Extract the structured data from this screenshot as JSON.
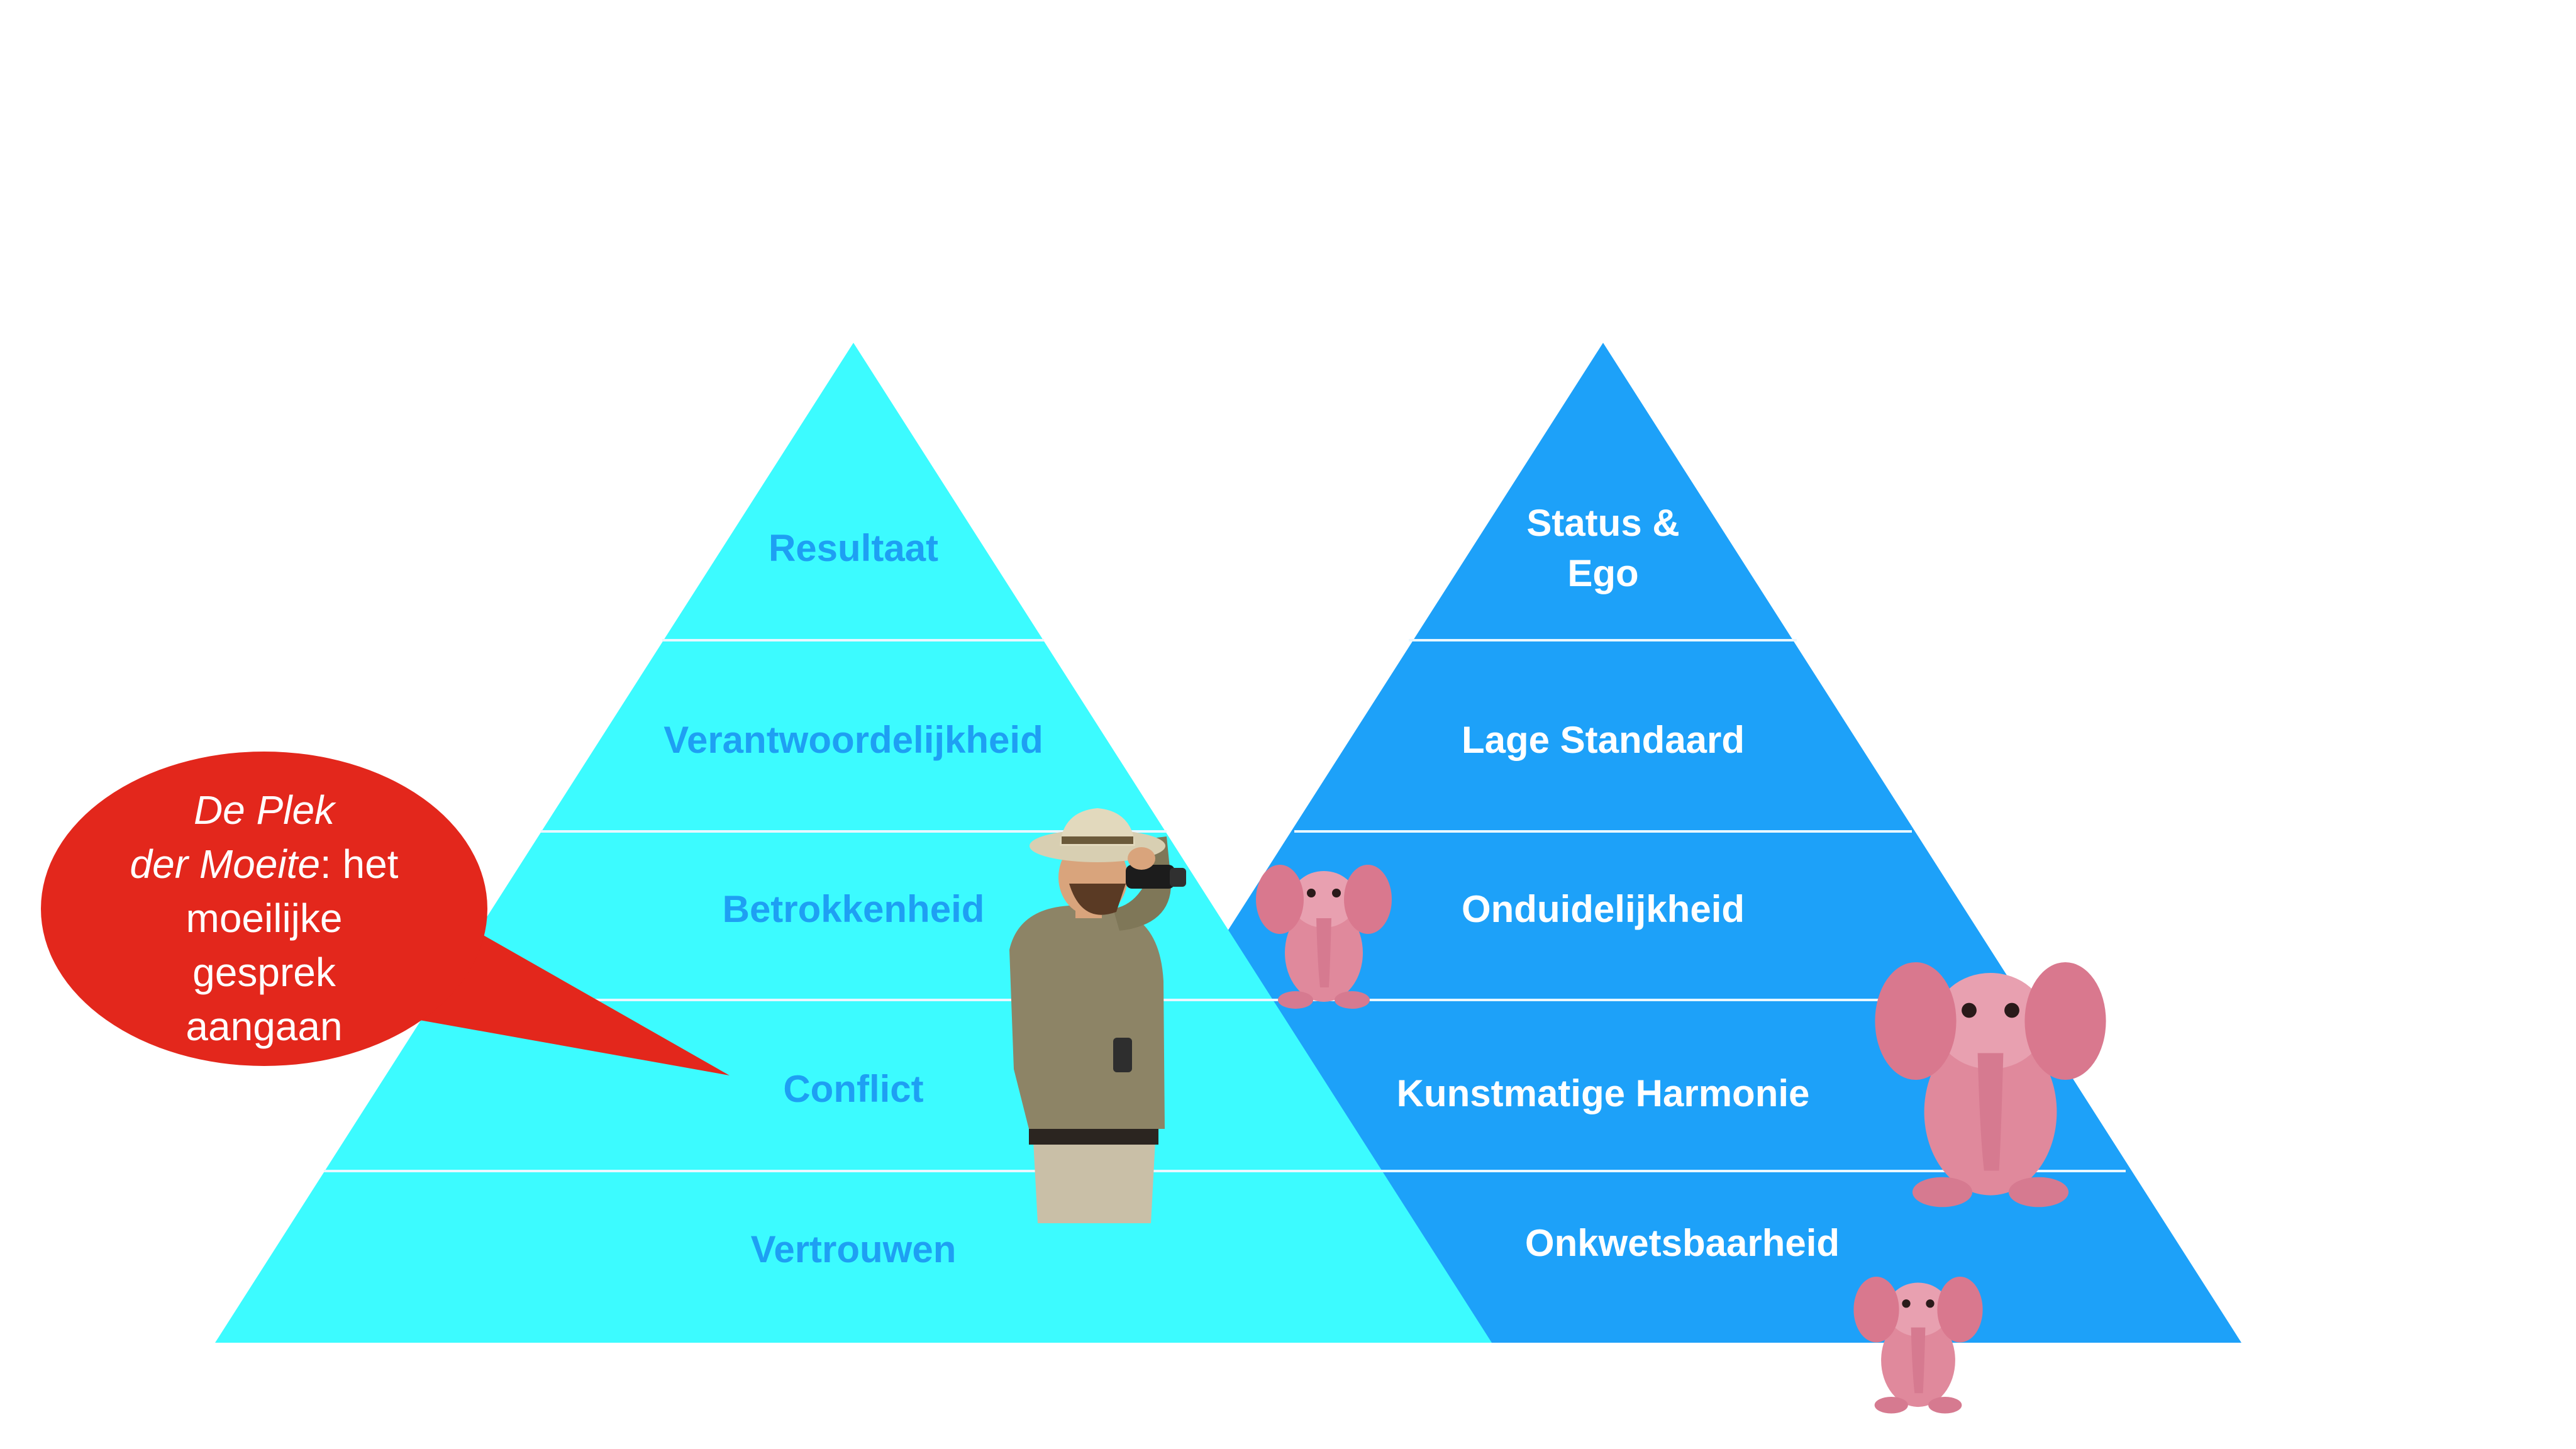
{
  "colors": {
    "background": "#ffffff",
    "left_pyramid": "#3cfbff",
    "left_text": "#1e9ff3",
    "right_pyramid": "#1da1f9",
    "right_text": "#ffffff",
    "band_divider": "#e8f7ff",
    "bubble": "#e3271c",
    "bubble_text": "#ffffff",
    "elephant": "#e0899c",
    "explorer_shirt": "#8d8466"
  },
  "left_pyramid": {
    "levels": [
      {
        "label": "Resultaat"
      },
      {
        "label": "Verantwoordelijkheid"
      },
      {
        "label": "Betrokkenheid"
      },
      {
        "label": "Conflict"
      },
      {
        "label": "Vertrouwen"
      }
    ]
  },
  "right_pyramid": {
    "levels": [
      {
        "line1": "Status &",
        "line2": "Ego"
      },
      {
        "label": "Lage Standaard"
      },
      {
        "label": "Onduidelijkheid"
      },
      {
        "label": "Kunstmatige Harmonie"
      },
      {
        "label": "Onkwetsbaarheid"
      }
    ]
  },
  "speech_bubble": {
    "line1": "De Plek",
    "line2_italic": "der Moeite",
    "line2_rest": ": het",
    "line3": "moeilijke",
    "line4": "gesprek",
    "line5": "aangaan"
  },
  "figures": {
    "explorer": "explorer-with-binoculars",
    "elephants": [
      "pink-elephant",
      "pink-elephant",
      "pink-elephant"
    ]
  }
}
